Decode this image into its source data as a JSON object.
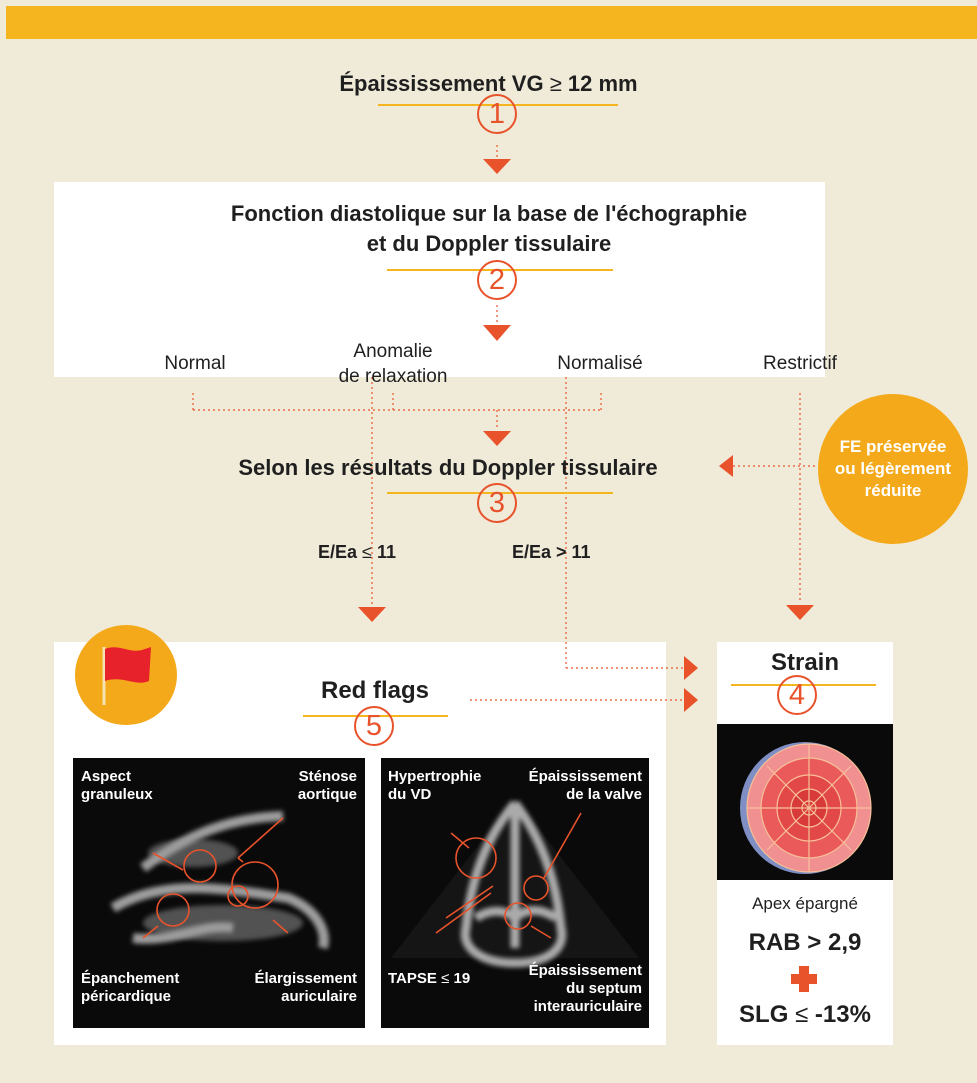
{
  "step1": {
    "title": "Épaississement VG",
    "sign": "≥",
    "value": "12 mm",
    "number": "1"
  },
  "step2": {
    "title_line1": "Fonction diastolique sur la base de l'échographie",
    "title_line2": "et du Doppler tissulaire",
    "number": "2"
  },
  "categories": {
    "normal": "Normal",
    "anomalie_line1": "Anomalie",
    "anomalie_line2": "de relaxation",
    "normalise": "Normalisé",
    "restrictif": "Restrictif"
  },
  "badge": {
    "line1": "FE préservée",
    "line2": "ou légèrement",
    "line3": "réduite"
  },
  "step3": {
    "title": "Selon les résultats du Doppler tissulaire",
    "number": "3"
  },
  "ratios": {
    "low_label": "E/Ea",
    "low_sign": "≤",
    "low_value": "11",
    "high": "E/Ea > 11"
  },
  "red_flags": {
    "title": "Red flags",
    "number": "5",
    "image1": {
      "aspect_line1": "Aspect",
      "aspect_line2": "granuleux",
      "stenose_line1": "Sténose",
      "stenose_line2": "aortique",
      "epanchement_line1": "Épanchement",
      "epanchement_line2": "péricardique",
      "elargissement_line1": "Élargissement",
      "elargissement_line2": "auriculaire"
    },
    "image2": {
      "hypertrophie_line1": "Hypertrophie",
      "hypertrophie_line2": "du VD",
      "epaiss_valve_line1": "Épaississement",
      "epaiss_valve_line2": "de la valve",
      "tapse_label": "TAPSE",
      "tapse_sign": "≤",
      "tapse_value": "19",
      "epaiss_septum_line1": "Épaississement",
      "epaiss_septum_line2": "du septum",
      "epaiss_septum_line3": "interauriculaire"
    }
  },
  "strain": {
    "title": "Strain",
    "number": "4",
    "apex": "Apex épargné",
    "rab": "RAB > 2,9",
    "plus": "+",
    "slg_label": "SLG",
    "slg_sign": "≤",
    "slg_value": "-13%"
  },
  "colors": {
    "accent_yellow": "#f4b51f",
    "accent_orange": "#e8532b",
    "background": "#f0ebd9"
  }
}
